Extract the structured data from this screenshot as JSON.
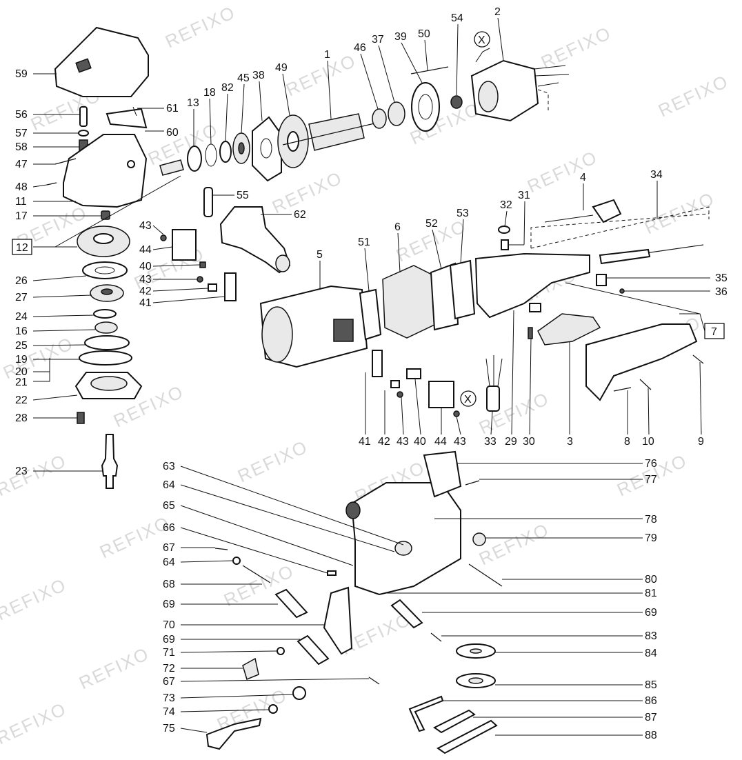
{
  "watermark": "REFIXO",
  "callouts": {
    "p1": "1",
    "p2": "2",
    "p3": "3",
    "p4": "4",
    "p5": "5",
    "p6": "6",
    "p7": "7",
    "p8": "8",
    "p9": "9",
    "p10": "10",
    "p11": "11",
    "p12": "12",
    "p13": "13",
    "p16": "16",
    "p17": "17",
    "p18": "18",
    "p19": "19",
    "p20": "20",
    "p21": "21",
    "p22": "22",
    "p23": "23",
    "p24": "24",
    "p25": "25",
    "p26": "26",
    "p27": "27",
    "p28": "28",
    "p29": "29",
    "p30": "30",
    "p31": "31",
    "p32": "32",
    "p33": "33",
    "p34": "34",
    "p35": "35",
    "p36": "36",
    "p37": "37",
    "p38": "38",
    "p39": "39",
    "p40": "40",
    "p41": "41",
    "p42": "42",
    "p43": "43",
    "p44": "44",
    "p45": "45",
    "p46": "46",
    "p47": "47",
    "p48": "48",
    "p49": "49",
    "p50": "50",
    "p51": "51",
    "p52": "52",
    "p53": "53",
    "p54": "54",
    "p55": "55",
    "p56": "56",
    "p57": "57",
    "p58": "58",
    "p59": "59",
    "p60": "60",
    "p61": "61",
    "p62": "62",
    "p63": "63",
    "p64": "64",
    "p65": "65",
    "p66": "66",
    "p67": "67",
    "p68": "68",
    "p69": "69",
    "p70": "70",
    "p71": "71",
    "p72": "72",
    "p73": "73",
    "p74": "74",
    "p75": "75",
    "p76": "76",
    "p77": "77",
    "p78": "78",
    "p79": "79",
    "p80": "80",
    "p81": "81",
    "p82": "82",
    "p83": "83",
    "p84": "84",
    "p85": "85",
    "p86": "86",
    "p87": "87",
    "p88": "88"
  },
  "connector_marker": "X"
}
